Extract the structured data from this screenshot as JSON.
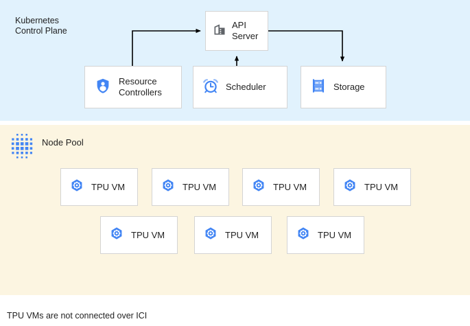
{
  "diagram": {
    "caption": "TPU VMs are not connected over ICI",
    "colors": {
      "control_plane_bg": "#e1f2fd",
      "node_pool_bg": "#fcf5e1",
      "card_bg": "#ffffff",
      "card_border": "#d4d4d4",
      "accent_blue": "#4285f4",
      "icon_gray": "#5f6368",
      "text": "#1f1f1f",
      "arrow": "#000000"
    }
  },
  "control_plane": {
    "title": "Kubernetes\nControl Plane",
    "icon": "none",
    "nodes": [
      {
        "id": "api-server",
        "label": "API\nServer",
        "icon": "building-icon"
      },
      {
        "id": "resource-controllers",
        "label": "Resource\nControllers",
        "icon": "shield-person-icon"
      },
      {
        "id": "scheduler",
        "label": "Scheduler",
        "icon": "alarm-clock-icon"
      },
      {
        "id": "storage",
        "label": "Storage",
        "icon": "server-rack-icon"
      }
    ],
    "edges": [
      {
        "from": "resource-controllers",
        "to": "api-server",
        "direction": "right"
      },
      {
        "from": "scheduler",
        "to": "api-server",
        "direction": "up"
      },
      {
        "from": "api-server",
        "to": "storage",
        "direction": "down"
      }
    ]
  },
  "node_pool": {
    "title": "Node Pool",
    "icon": "dot-matrix-icon",
    "vm_label": "TPU VM",
    "vm_icon": "hexagon-gear-icon",
    "rows": [
      {
        "count": 4,
        "items": [
          "TPU VM",
          "TPU VM",
          "TPU VM",
          "TPU VM"
        ]
      },
      {
        "count": 3,
        "items": [
          "TPU VM",
          "TPU VM",
          "TPU VM"
        ]
      }
    ]
  }
}
